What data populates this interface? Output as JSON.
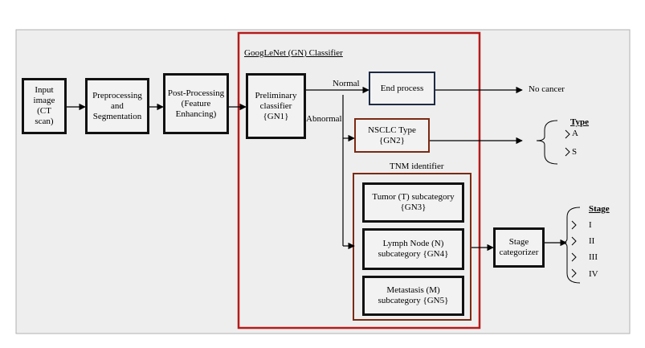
{
  "colors": {
    "panel": "#eeeeee",
    "classifier_border": "#b51b1b",
    "dark_border": "#111111",
    "end_border": "#1d2a44",
    "brown_border": "#7b2a12"
  },
  "classifier_title": "GoogLeNet (GN) Classifier",
  "boxes": {
    "input": "Input\nimage\n(CT\nscan)",
    "preprocessing": "Preprocessing\nand\nSegmentation",
    "postprocessing": "Post-Processing\n(Feature\nEnhancing)",
    "preliminary": "Preliminary\nclassifier\n{GN1}",
    "end_process": "End process",
    "nsclc": "NSCLC Type\n{GN2}",
    "tumor": "Tumor (T) subcategory\n{GN3}",
    "lymph": "Lymph Node (N)\nsubcategory {GN4}",
    "metastasis": "Metastasis (M)\nsubcategory {GN5}",
    "stage_categorizer": "Stage\ncategorizer"
  },
  "labels": {
    "normal": "Normal",
    "abnormal": "Abnormal",
    "no_cancer": "No cancer",
    "tnm_identifier": "TNM identifier"
  },
  "type_output": {
    "heading": "Type",
    "items": [
      "A",
      "S"
    ]
  },
  "stage_output": {
    "heading": "Stage",
    "items": [
      "I",
      "II",
      "III",
      "IV"
    ]
  }
}
